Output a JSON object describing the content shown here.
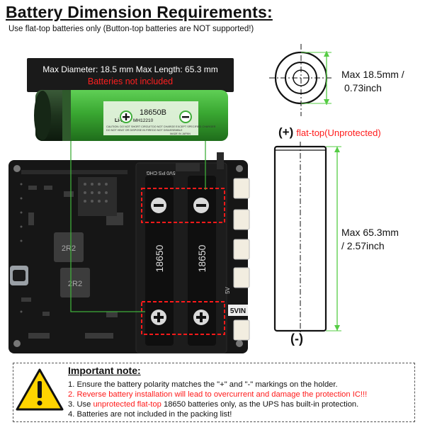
{
  "title": "Battery Dimension Requirements:",
  "subtitle": "Use flat-top batteries only (Button-top batteries are NOT supported!)",
  "callout": {
    "dimensions": "Max Diameter: 18.5 mm Max Length: 65.3 mm",
    "not_included": "Batteries not included"
  },
  "battery_label": {
    "model": "18650B",
    "brand": "Li-ion",
    "code": "MH12210",
    "fine_print_1": "CAUTION: DO NOT SHORT CIRCUIT",
    "fine_print_2": "DO NOT HEAT OR DISPOSE IN FIRE",
    "fine_print_3": "DO NOT CHARGE EXCEPT SPECIFIED CHARGER",
    "fine_print_4": "DO NOT DISASSEMBLE",
    "made_in": "MADE IN JAPAN"
  },
  "board": {
    "holder_label_1": "18650",
    "holder_label_2": "18650",
    "chip_label_1": "2R2",
    "chip_label_2": "2R2",
    "silk_5vin": "5VIN",
    "silk_top": "5V0 PS CHG",
    "silk_side": "5V"
  },
  "diagram": {
    "diameter_line1": "Max 18.5mm /",
    "diameter_line2": "0.73inch",
    "plus": "(+)",
    "flat_top": "flat-top",
    "unprotected": "(Unprotected)",
    "length_line1": "Max 65.3mm",
    "length_line2": "/ 2.57inch",
    "minus": "(-)"
  },
  "note": {
    "heading": "Important note:",
    "line1": "1. Ensure the battery polarity matches the \"+\" and \"-\" markings on the holder.",
    "line2": "2. Reverse battery installation will lead to overcurrent and damage the protection IC!!!",
    "line3_prefix": "3. Use ",
    "line3_red": "unprotected flat-top",
    "line3_suffix": " 18650 batteries only, as the UPS has built-in protection.",
    "line4": "4. Batteries are not included in the packing list!"
  },
  "colors": {
    "accent_red": "#ff1a1a",
    "battery_green": "#3fae3a",
    "dimension_green": "#55cc44",
    "warning_yellow": "#ffd400",
    "board_black": "#161616"
  }
}
